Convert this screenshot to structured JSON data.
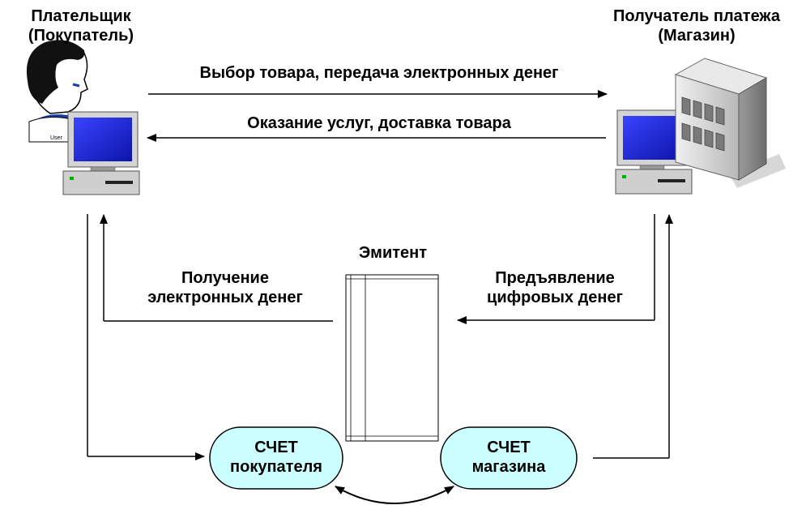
{
  "payer": {
    "line1": "Плательщик",
    "line2": "(Покупатель)",
    "user_tag": "User"
  },
  "recipient": {
    "line1": "Получатель платежа",
    "line2": "(Магазин)"
  },
  "arrows": {
    "top_forward": "Выбор товара, передача электронных денег",
    "top_back": "Оказание услуг, доставка товара",
    "receive_line1": "Получение",
    "receive_line2": "электронных денег",
    "present_line1": "Предъявление",
    "present_line2": "цифровых денег"
  },
  "issuer": {
    "label": "Эмитент"
  },
  "accounts": {
    "buyer": {
      "line1": "СЧЕТ",
      "line2": "покупателя"
    },
    "shop": {
      "line1": "СЧЕТ",
      "line2": "магазина"
    }
  },
  "colors": {
    "account_fill": "#ccffff",
    "screen_blue": "#1c24d8",
    "computer_body": "#c8c8c8",
    "hair": "#111111",
    "scarf": "#1a3aa8"
  },
  "icons": [
    "user-computer-icon",
    "shop-building-icon",
    "shop-computer-icon"
  ]
}
